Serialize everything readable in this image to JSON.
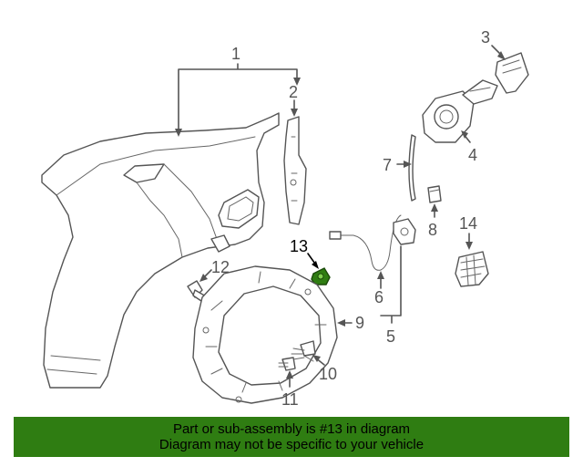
{
  "diagram": {
    "callouts": {
      "c1": "1",
      "c2": "2",
      "c3": "3",
      "c4": "4",
      "c5": "5",
      "c6": "6",
      "c7": "7",
      "c8": "8",
      "c9": "9",
      "c10": "10",
      "c11": "11",
      "c12": "12",
      "c13": "13",
      "c14": "14"
    },
    "highlighted_part": "13",
    "highlight_color": "#2f7d12"
  },
  "banner": {
    "line1": "Part or sub-assembly is #13 in diagram",
    "line2": "Diagram may not be specific to your vehicle",
    "background": "#2f7d12"
  }
}
